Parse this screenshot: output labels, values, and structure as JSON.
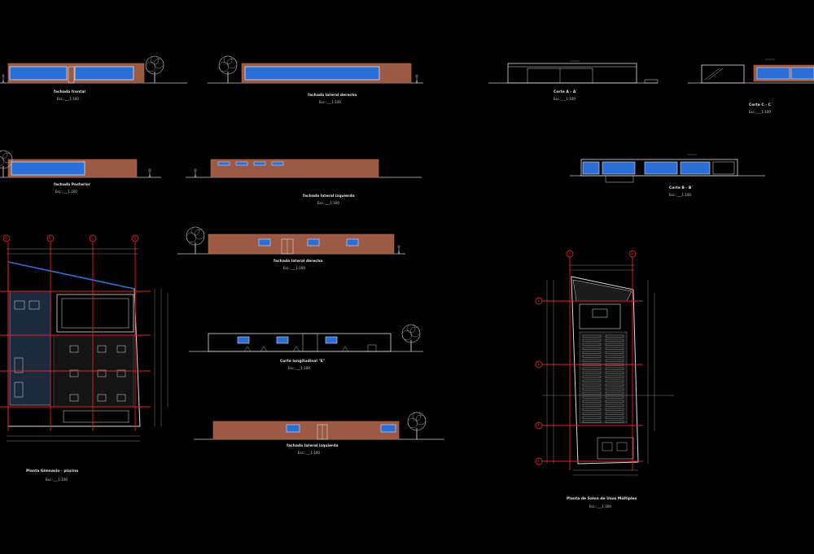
{
  "drawing": {
    "background": "#000000",
    "colors": {
      "brick": "#9c5a45",
      "brick_line": "#b36b52",
      "glass": "#2a6fd6",
      "glass_frame": "#d7e0f0",
      "structure_grid": "#e0202a",
      "ground": "#c8c8c8",
      "tree": "#bdbdbd",
      "dimension": "#a0a0a0",
      "wall": "#dcdcdc"
    },
    "labels": {
      "el_front_left": "fachada frontal",
      "el_front_left_scale": "Esc.:___1:100",
      "el_right_top": "fachada lateral derecha",
      "el_right_top_scale": "Esc.:___1:100",
      "section_aa": "Corte A - A´",
      "section_aa_scale": "Esc.:___1:100",
      "section_cc": "Corte C - C´",
      "section_cc_scale": "Esc.:___1:100",
      "el_rear": "fachada Posterior",
      "el_rear_scale": "Esc.:___1:100",
      "el_left_mid": "fachada lateral izquierda",
      "el_left_mid_scale": "Esc.:___1:100",
      "section_bb": "Corte B - B´",
      "section_bb_scale": "Esc.:___1:100",
      "el_right_mid": "fachada lateral derecha",
      "el_right_mid_scale": "Esc.:___1:100",
      "section_long": "Corte longitudinal \"E\"",
      "section_long_scale": "Esc.:___1:100",
      "el_left_bottom": "fachada lateral izquierda",
      "el_left_bottom_scale": "Esc.:___1:100",
      "plan_gym": "Planta Gimnasio - piscina",
      "plan_gym_scale": "Esc.:___1:100",
      "plan_hall": "Planta de Salon de Usos Múltiples",
      "plan_hall_scale": "Esc.:___1:100"
    },
    "grid_axes": {
      "plan_gym_columns": [
        "A",
        "B",
        "C",
        "D"
      ],
      "plan_hall_columns": [
        "A",
        "B"
      ],
      "plan_hall_rows": [
        "1",
        "2",
        "3",
        "4"
      ]
    }
  }
}
